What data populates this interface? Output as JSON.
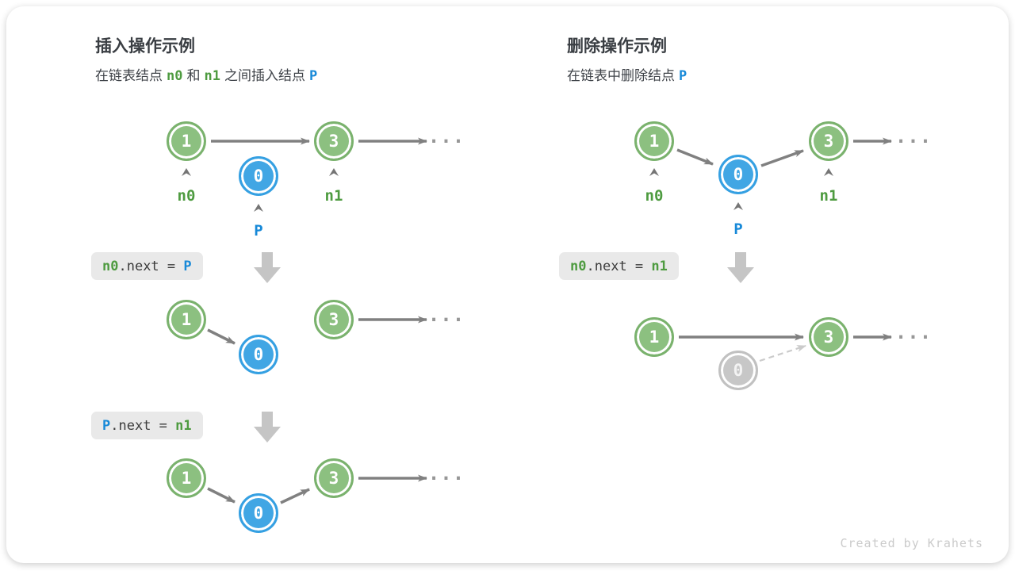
{
  "left_panel": {
    "title": "插入操作示例",
    "subtitle": {
      "part1": "在链表结点",
      "n0": "n0",
      "part2": "和",
      "n1": "n1",
      "part3": "之间插入结点",
      "p": "P"
    },
    "code1": {
      "lhs": "n0",
      "mid": ".next = ",
      "rhs": "P"
    },
    "code2": {
      "lhs": "P",
      "mid": ".next = ",
      "rhs": "n1"
    }
  },
  "right_panel": {
    "title": "删除操作示例",
    "subtitle": {
      "part1": "在链表中删除结点",
      "p": "P"
    },
    "code1": {
      "lhs": "n0",
      "mid": ".next = ",
      "rhs": "n1"
    }
  },
  "nodes": {
    "one": "1",
    "zero": "0",
    "three": "3"
  },
  "labels": {
    "n0": "n0",
    "n1": "n1",
    "p": "P"
  },
  "ellipsis": "...",
  "credit": "Created by Krahets",
  "colors": {
    "green_node_fill": "#8cc080",
    "blue_node_fill": "#41a6e4",
    "gray_node_fill": "#c7c7c7",
    "green_text": "#4e9b40",
    "blue_text": "#1789d8",
    "arrow_gray": "#808080",
    "block_arrow_gray": "#c5c5c5",
    "code_bg": "#e9e9e9"
  }
}
